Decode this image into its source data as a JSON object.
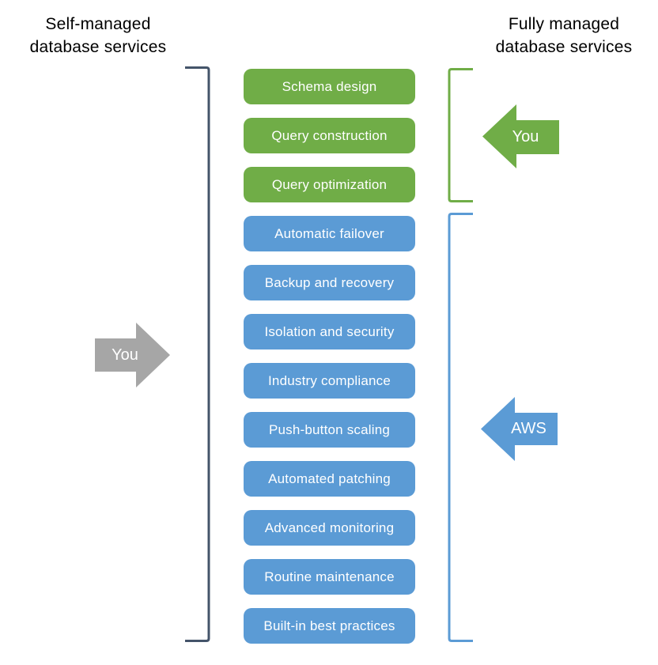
{
  "titles": {
    "left": {
      "line1": "Self-managed",
      "line2": "database services"
    },
    "right": {
      "line1": "Fully managed",
      "line2": "database services"
    }
  },
  "boxes": [
    {
      "label": "Schema design",
      "group": "you"
    },
    {
      "label": "Query construction",
      "group": "you"
    },
    {
      "label": "Query optimization",
      "group": "you"
    },
    {
      "label": "Automatic failover",
      "group": "aws"
    },
    {
      "label": "Backup and recovery",
      "group": "aws"
    },
    {
      "label": "Isolation and security",
      "group": "aws"
    },
    {
      "label": "Industry compliance",
      "group": "aws"
    },
    {
      "label": "Push-button scaling",
      "group": "aws"
    },
    {
      "label": "Automated patching",
      "group": "aws"
    },
    {
      "label": "Advanced monitoring",
      "group": "aws"
    },
    {
      "label": "Routine maintenance",
      "group": "aws"
    },
    {
      "label": "Built-in best practices",
      "group": "aws"
    }
  ],
  "arrows": {
    "self_you": {
      "label": "You",
      "direction": "right",
      "color": "#A6A6A6"
    },
    "fully_you": {
      "label": "You",
      "direction": "left",
      "color": "#70AD47"
    },
    "fully_aws": {
      "label": "AWS",
      "direction": "left",
      "color": "#5B9BD5"
    }
  },
  "colors": {
    "green": "#70AD47",
    "blue": "#5B9BD5",
    "gray": "#A6A6A6",
    "bracket_dark": "#44546A",
    "box_text": "#FFFFFF",
    "title_text": "#000000",
    "background": "#FFFFFF"
  }
}
